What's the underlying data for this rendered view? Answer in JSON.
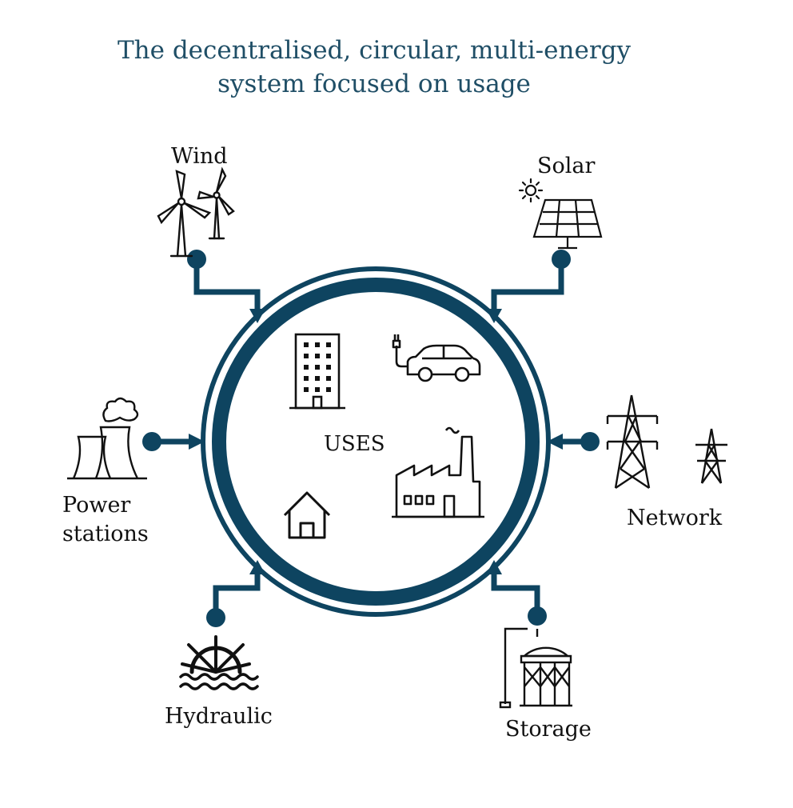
{
  "title": {
    "line1": "The decentralised, circular, multi-energy",
    "line2": "system focused on usage"
  },
  "center_label": "USES",
  "sources": {
    "wind": "Wind",
    "solar": "Solar",
    "power_stations": [
      "Power",
      "stations"
    ],
    "network": "Network",
    "hydraulic": "Hydraulic",
    "storage": "Storage"
  },
  "colors": {
    "ring": "#0e4460",
    "title": "#1f4e66",
    "icon": "#111111"
  }
}
